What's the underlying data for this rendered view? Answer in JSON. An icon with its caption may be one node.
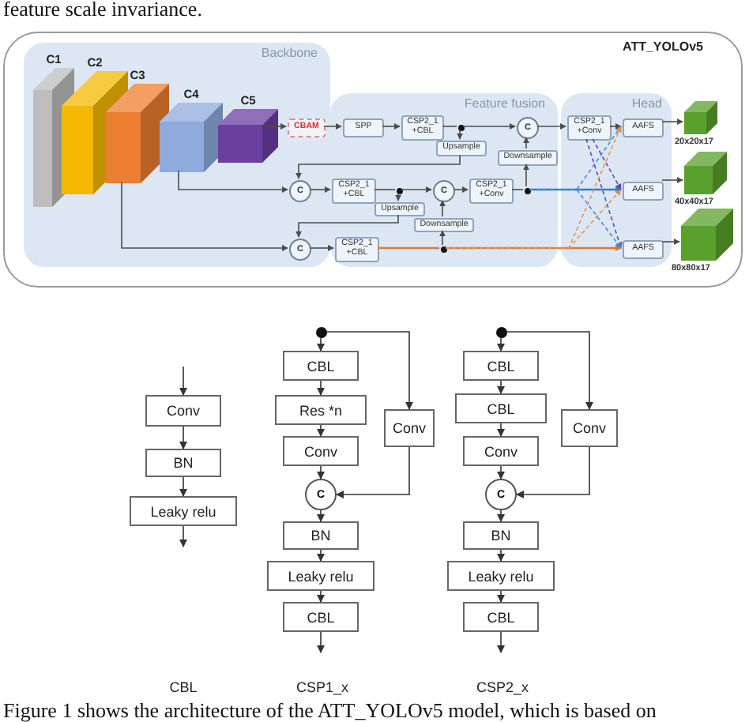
{
  "diagram": {
    "nodes": [
      {
        "text": [
          "ATT_YOLOv5"
        ]
      },
      {
        "text": [
          "Backbone"
        ],
        "in": 0
      },
      {
        "text": [
          "Feature fusion"
        ],
        "in": 0
      },
      {
        "text": [
          "Head"
        ],
        "in": 0
      },
      {
        "text": [
          "C1"
        ],
        "in": 1
      },
      {
        "text": [
          "C2"
        ],
        "in": 1
      },
      {
        "text": [
          "C3"
        ],
        "in": 1
      },
      {
        "text": [
          "C4"
        ],
        "in": 1
      },
      {
        "text": [
          "C5"
        ],
        "in": 1
      },
      {
        "text": [
          "CBAM"
        ],
        "in": 1
      },
      {
        "text": [
          "SPP"
        ],
        "in": 2
      },
      {
        "text": [
          "CSP2_1 +CBL"
        ],
        "in": 2
      },
      {
        "text": [],
        "shape": "dot",
        "in": 2
      },
      {
        "text": [
          "Upsample"
        ],
        "in": 2
      },
      {
        "text": [
          "C"
        ],
        "in": 2
      },
      {
        "text": [
          "Downsample"
        ],
        "in": 2
      },
      {
        "text": [
          "CSP2_1 +Conv"
        ],
        "in": 3
      },
      {
        "text": [
          "AAFS"
        ],
        "in": 3
      },
      {
        "text": [],
        "shape": "cube",
        "beside": [
          "20x20x17"
        ],
        "in": 0
      },
      {
        "text": [
          "C"
        ],
        "in": 1
      },
      {
        "text": [
          "CSP2_1 +CBL"
        ],
        "in": 2
      },
      {
        "text": [],
        "shape": "dot",
        "in": 2
      },
      {
        "text": [
          "Upsample"
        ],
        "in": 2
      },
      {
        "text": [
          "C"
        ],
        "in": 2
      },
      {
        "text": [
          "Downsample"
        ],
        "in": 2
      },
      {
        "text": [
          "CSP2_1 +Conv"
        ],
        "in": 2
      },
      {
        "text": [],
        "shape": "dot",
        "in": 2
      },
      {
        "text": [
          "AAFS"
        ],
        "in": 3
      },
      {
        "text": [],
        "shape": "cube",
        "beside": [
          "40x40x17"
        ],
        "in": 0
      },
      {
        "text": [
          "C"
        ],
        "in": 1
      },
      {
        "text": [
          "CSP2_1 +CBL"
        ],
        "in": 2
      },
      {
        "text": [],
        "shape": "dot",
        "in": 2
      },
      {
        "text": [
          "AAFS"
        ],
        "in": 3
      },
      {
        "text": [],
        "shape": "cube",
        "beside": [
          "80x80x17"
        ],
        "in": 0
      },
      {
        "text": [
          "Conv"
        ]
      },
      {
        "text": [
          "BN"
        ]
      },
      {
        "text": [
          "Leaky relu"
        ]
      },
      {
        "text": [],
        "shape": "dot"
      },
      {
        "text": [
          "CBL"
        ]
      },
      {
        "text": [
          "Res *n"
        ]
      },
      {
        "text": [
          "Conv"
        ]
      },
      {
        "text": [
          "C"
        ]
      },
      {
        "text": [
          "BN"
        ]
      },
      {
        "text": [
          "Leaky relu"
        ]
      },
      {
        "text": [
          "CBL"
        ]
      },
      {
        "text": [
          "Conv"
        ]
      },
      {
        "text": [],
        "shape": "dot"
      },
      {
        "text": [
          "CBL"
        ]
      },
      {
        "text": [
          "CBL"
        ]
      },
      {
        "text": [
          "Conv"
        ]
      },
      {
        "text": [
          "C"
        ]
      },
      {
        "text": [
          "BN"
        ]
      },
      {
        "text": [
          "Leaky relu"
        ]
      },
      {
        "text": [
          "CBL"
        ]
      },
      {
        "text": [
          "Conv"
        ]
      }
    ],
    "edges": [
      {
        "from": 8,
        "to": 9,
        "arrow": "to"
      },
      {
        "from": 9,
        "to": 10,
        "arrow": "to"
      },
      {
        "from": 10,
        "to": 11,
        "arrow": "to"
      },
      {
        "from": 11,
        "to": 12,
        "arrow": "none"
      },
      {
        "from": 12,
        "to": 14,
        "arrow": "to"
      },
      {
        "from": 12,
        "to": 13,
        "arrow": "to"
      },
      {
        "from": 13,
        "to": 19,
        "arrow": "to"
      },
      {
        "from": 7,
        "to": 19,
        "arrow": "to"
      },
      {
        "from": 19,
        "to": 20,
        "arrow": "to"
      },
      {
        "from": 20,
        "to": 21,
        "arrow": "none"
      },
      {
        "from": 21,
        "to": 23,
        "arrow": "to"
      },
      {
        "from": 21,
        "to": 22,
        "arrow": "to"
      },
      {
        "from": 22,
        "to": 29,
        "arrow": "to"
      },
      {
        "from": 23,
        "to": 25,
        "arrow": "to"
      },
      {
        "from": 25,
        "to": 26,
        "arrow": "none"
      },
      {
        "from": 26,
        "to": 15,
        "arrow": "to"
      },
      {
        "from": 15,
        "to": 14,
        "arrow": "to"
      },
      {
        "from": 14,
        "to": 16,
        "arrow": "to"
      },
      {
        "from": 16,
        "to": 17,
        "arrow": "to"
      },
      {
        "from": 17,
        "to": 18,
        "arrow": "to"
      },
      {
        "from": 26,
        "to": 27,
        "arrow": "to",
        "color": "#3b78c8"
      },
      {
        "from": 27,
        "to": 28,
        "arrow": "to"
      },
      {
        "from": 6,
        "to": 29,
        "arrow": "to"
      },
      {
        "from": 29,
        "to": 30,
        "arrow": "to"
      },
      {
        "from": 30,
        "to": 31,
        "arrow": "none",
        "color": "#e07a30"
      },
      {
        "from": 31,
        "to": 24,
        "arrow": "to"
      },
      {
        "from": 24,
        "to": 23,
        "arrow": "to"
      },
      {
        "from": 31,
        "to": 32,
        "arrow": "to",
        "color": "#e07a30"
      },
      {
        "from": 32,
        "to": 33,
        "arrow": "to"
      },
      {
        "from": 16,
        "to": 27,
        "arrow": "to",
        "style": "dashed",
        "color": "#5b4bb8"
      },
      {
        "from": 16,
        "to": 32,
        "arrow": "to",
        "style": "dashed",
        "color": "#5b4bb8"
      },
      {
        "from": 26,
        "to": 17,
        "arrow": "to",
        "style": "dashed",
        "color": "#4a86d0"
      },
      {
        "from": 26,
        "to": 32,
        "arrow": "to",
        "style": "dashed",
        "color": "#4a86d0"
      },
      {
        "from": 31,
        "to": 17,
        "arrow": "to",
        "style": "dashed",
        "color": "#e0925a"
      },
      {
        "from": 31,
        "to": 27,
        "arrow": "to",
        "style": "dashed",
        "color": "#e0925a"
      },
      {
        "from": null,
        "to": 34,
        "arrow": "to"
      },
      {
        "from": 34,
        "to": 35,
        "arrow": "to"
      },
      {
        "from": 35,
        "to": 36,
        "arrow": "to"
      },
      {
        "from": 36,
        "to": null,
        "arrow": "to"
      },
      {
        "from": 37,
        "to": 38,
        "arrow": "to"
      },
      {
        "from": 38,
        "to": 39,
        "arrow": "to"
      },
      {
        "from": 39,
        "to": 40,
        "arrow": "to"
      },
      {
        "from": 40,
        "to": 41,
        "arrow": "to"
      },
      {
        "from": 41,
        "to": 42,
        "arrow": "to"
      },
      {
        "from": 42,
        "to": 43,
        "arrow": "to"
      },
      {
        "from": 43,
        "to": 44,
        "arrow": "to"
      },
      {
        "from": 44,
        "to": null,
        "arrow": "to"
      },
      {
        "from": 37,
        "to": 45,
        "arrow": "to"
      },
      {
        "from": 45,
        "to": 41,
        "arrow": "to"
      },
      {
        "from": 46,
        "to": 47,
        "arrow": "to"
      },
      {
        "from": 47,
        "to": 48,
        "arrow": "to"
      },
      {
        "from": 48,
        "to": 49,
        "arrow": "to"
      },
      {
        "from": 49,
        "to": 50,
        "arrow": "to"
      },
      {
        "from": 50,
        "to": 51,
        "arrow": "to"
      },
      {
        "from": 51,
        "to": 52,
        "arrow": "to"
      },
      {
        "from": 52,
        "to": 53,
        "arrow": "to"
      },
      {
        "from": 53,
        "to": null,
        "arrow": "to"
      },
      {
        "from": 46,
        "to": 54,
        "arrow": "to"
      },
      {
        "from": 54,
        "to": 50,
        "arrow": "to"
      }
    ],
    "labels": [
      "feature scale invariance.",
      "CBL",
      "CSP1_x",
      "CSP2_x",
      "Figure 1 shows the architecture of the ATT_YOLOv5 model, which is based on"
    ]
  }
}
